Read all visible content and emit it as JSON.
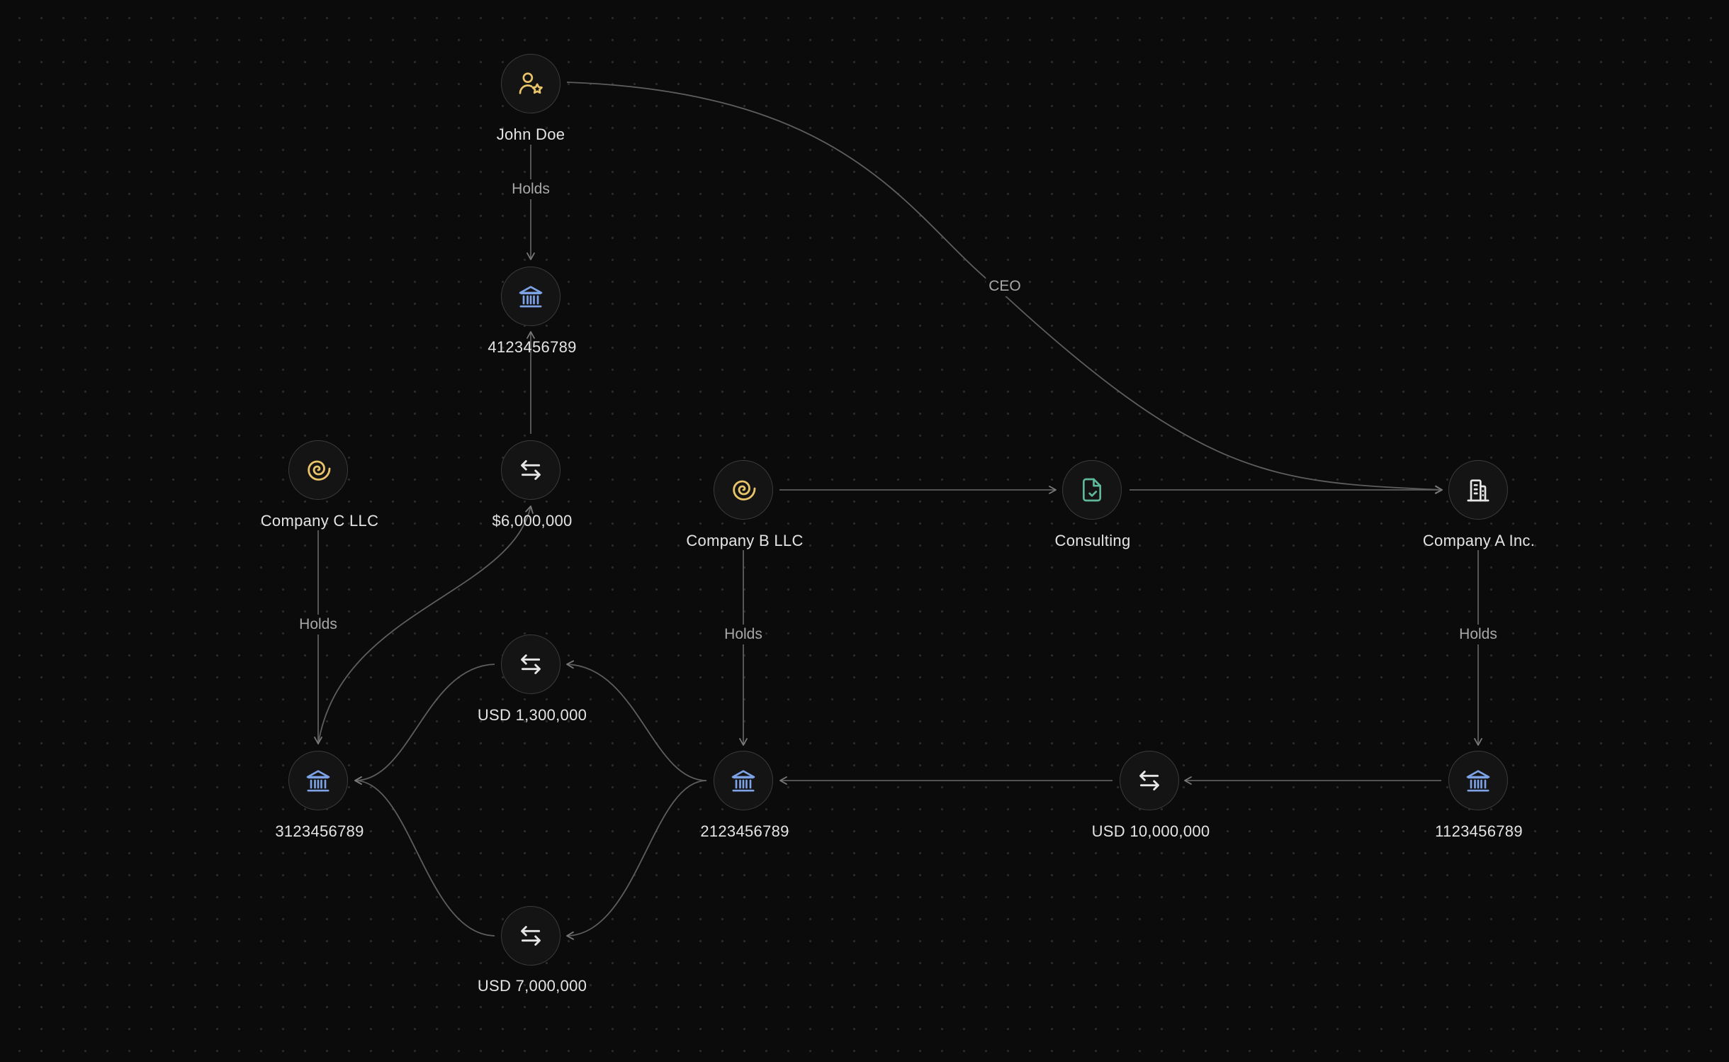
{
  "colors": {
    "background": "#0b0b0b",
    "edge": "#6a6a6a",
    "person_icon": "#e9c46a",
    "company_c_icon": "#e9c46a",
    "bank_icon": "#7ea2e6",
    "transfer_icon": "#e6e6e6",
    "contract_icon": "#5fb89a",
    "building_icon": "#e6e6e6"
  },
  "nodes": {
    "john_doe": {
      "label": "John Doe",
      "icon": "person-star-icon"
    },
    "acct_4": {
      "label": "4123456789",
      "icon": "bank-icon"
    },
    "tx_6m": {
      "label": "$6,000,000",
      "icon": "transfer-arrows-icon"
    },
    "company_c": {
      "label": "Company C LLC",
      "icon": "spiral-icon"
    },
    "company_b": {
      "label": "Company B LLC",
      "icon": "spiral-icon"
    },
    "consulting": {
      "label": "Consulting",
      "icon": "contract-check-icon"
    },
    "company_a": {
      "label": "Company A Inc.",
      "icon": "office-building-icon"
    },
    "tx_1_3m": {
      "label": "USD 1,300,000",
      "icon": "transfer-arrows-icon"
    },
    "acct_3": {
      "label": "3123456789",
      "icon": "bank-icon"
    },
    "acct_2": {
      "label": "2123456789",
      "icon": "bank-icon"
    },
    "tx_10m": {
      "label": "USD 10,000,000",
      "icon": "transfer-arrows-icon"
    },
    "acct_1": {
      "label": "1123456789",
      "icon": "bank-icon"
    },
    "tx_7m": {
      "label": "USD 7,000,000",
      "icon": "transfer-arrows-icon"
    }
  },
  "edges": {
    "john_holds": "Holds",
    "john_ceo": "CEO",
    "company_c_holds": "Holds",
    "company_b_holds": "Holds",
    "company_a_holds": "Holds"
  }
}
